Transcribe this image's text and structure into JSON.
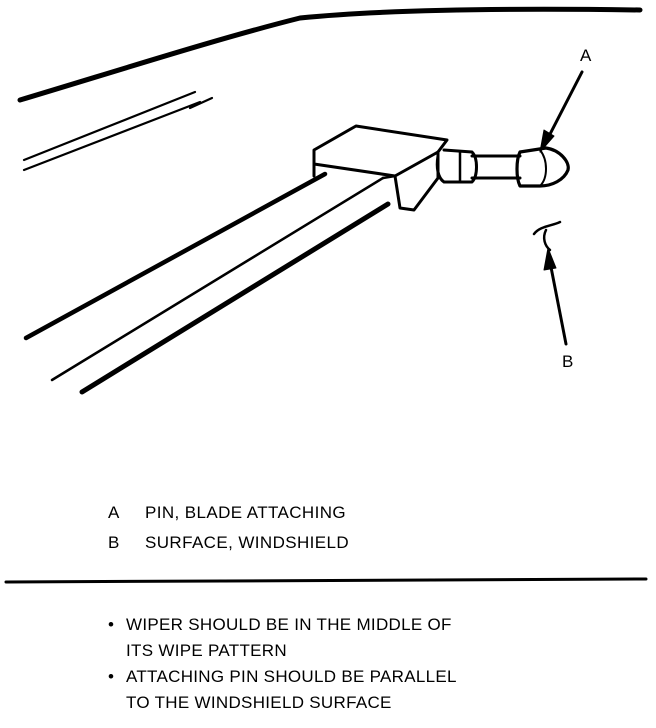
{
  "callouts": {
    "a": "A",
    "b": "B"
  },
  "legend": [
    {
      "letter": "A",
      "text": "PIN, BLADE ATTACHING"
    },
    {
      "letter": "B",
      "text": "SURFACE, WINDSHIELD"
    }
  ],
  "notes": [
    {
      "bullet": "•",
      "lines": [
        "WIPER SHOULD BE IN THE MIDDLE OF",
        "ITS WIPE PATTERN"
      ]
    },
    {
      "bullet": "•",
      "lines": [
        "ATTACHING PIN SHOULD BE PARALLEL",
        "TO THE WINDSHIELD SURFACE"
      ]
    }
  ]
}
